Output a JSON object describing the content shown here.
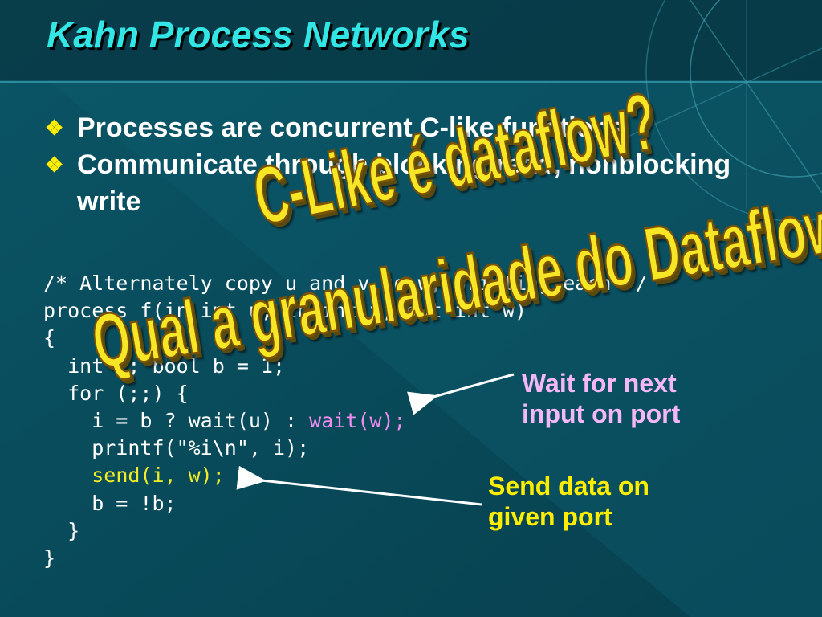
{
  "slide": {
    "title": "Kahn Process Networks",
    "bullet_mark": "❖",
    "bullets": [
      "Processes are concurrent C-like functions",
      "Communicate through blocking read, nonblocking write"
    ]
  },
  "code": {
    "line1": "/* Alternately copy u and v to w, printing each */",
    "line2": "process f(in int u, in int v, out int w)",
    "line3": "{",
    "line4": "  int i; bool b = 1;",
    "line5": "  for (;;) {",
    "line6_pre": "    i = b ? wait(u) : ",
    "line6_hl": "wait(w);",
    "line7": "    printf(\"%i\\n\", i);",
    "line8_pre": "    ",
    "line8_hl": "send(i, w);",
    "line9": "    b = !b;",
    "line10": "  }",
    "line11": "}"
  },
  "annotations": {
    "wait_note_line1": "Wait for next",
    "wait_note_line2": "input on port",
    "send_note_line1": "Send data on",
    "send_note_line2": "given port"
  },
  "wordart": {
    "first": "C-Like é dataflow?",
    "second": "Qual a granularidade do Dataflow?"
  },
  "colors": {
    "background": "#0c4d5e",
    "title": "#33e6e6",
    "pink_highlight": "#f08cf0",
    "yellow_highlight": "#f0ec28",
    "wordart": "#f6e625"
  }
}
